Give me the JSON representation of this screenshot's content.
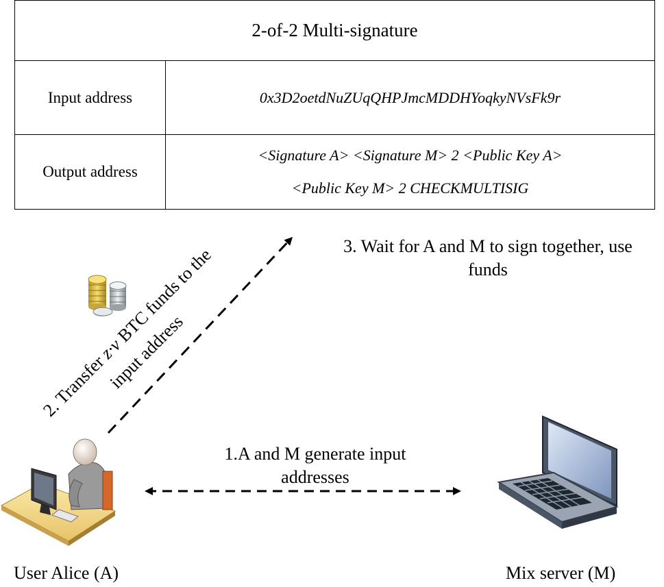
{
  "table": {
    "title": "2-of-2 Multi-signature",
    "rows": [
      {
        "label": "Input address",
        "value_lines": [
          "0x3D2oetdNuZUqQHPJmcMDDHYoqkyNVsFk9r"
        ]
      },
      {
        "label": "Output address",
        "value_lines": [
          "<Signature A> <Signature M> 2 <Public Key A>",
          "<Public Key M> 2 CHECKMULTISIG"
        ]
      }
    ]
  },
  "steps": {
    "step1": {
      "line1": "1.A and M generate input",
      "line2": "addresses"
    },
    "step2": {
      "line1_pre": "2. Transfer ",
      "line1_var": "z·v",
      "line1_post": " BTC funds to the",
      "line2": "input address"
    },
    "step3": {
      "line1": "3. Wait for A and M to sign together, use",
      "line2": "funds"
    }
  },
  "captions": {
    "alice": "User Alice (A)",
    "mix": "Mix server (M)"
  },
  "icons": {
    "coins": "coin-stack-icon",
    "user": "user-at-computer-icon",
    "server": "laptop-icon"
  }
}
